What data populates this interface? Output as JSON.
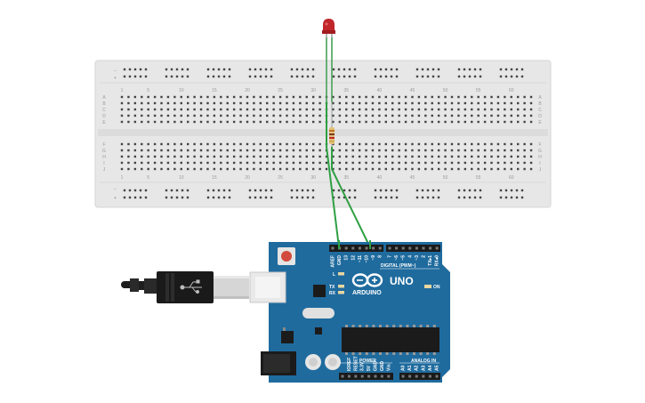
{
  "breadboard": {
    "column_numbers": [
      "1",
      "5",
      "10",
      "15",
      "20",
      "25",
      "30",
      "35",
      "40",
      "45",
      "50",
      "55",
      "60"
    ],
    "row_letters_top": [
      "A",
      "B",
      "C",
      "D",
      "E"
    ],
    "row_letters_bottom": [
      "F",
      "G",
      "H",
      "I",
      "J"
    ]
  },
  "arduino": {
    "brand": "ARDUINO",
    "model": "UNO",
    "digital_label": "DIGITAL (PWM~)",
    "power_label": "POWER",
    "analog_label": "ANALOG IN",
    "led_l": "L",
    "led_tx": "TX",
    "led_rx": "RX",
    "on_label": "ON",
    "top_pin_labels": [
      "AREF",
      "GND",
      "13",
      "12",
      "~11",
      "~10",
      "~9",
      "8",
      "7",
      "~6",
      "~5",
      "4",
      "~3",
      "2",
      "TX▸1",
      "RX◂0"
    ],
    "power_pin_labels": [
      "IOREF",
      "RESET",
      "3.3V",
      "5V",
      "GND",
      "GND",
      "Vin"
    ],
    "analog_pin_labels": [
      "A0",
      "A1",
      "A2",
      "A3",
      "A4",
      "A5"
    ]
  },
  "colors": {
    "board_blue": "#1f6b9e",
    "breadboard": "#e6e6e6",
    "wire_green": "#2ea043",
    "led_red": "#c0262a"
  }
}
